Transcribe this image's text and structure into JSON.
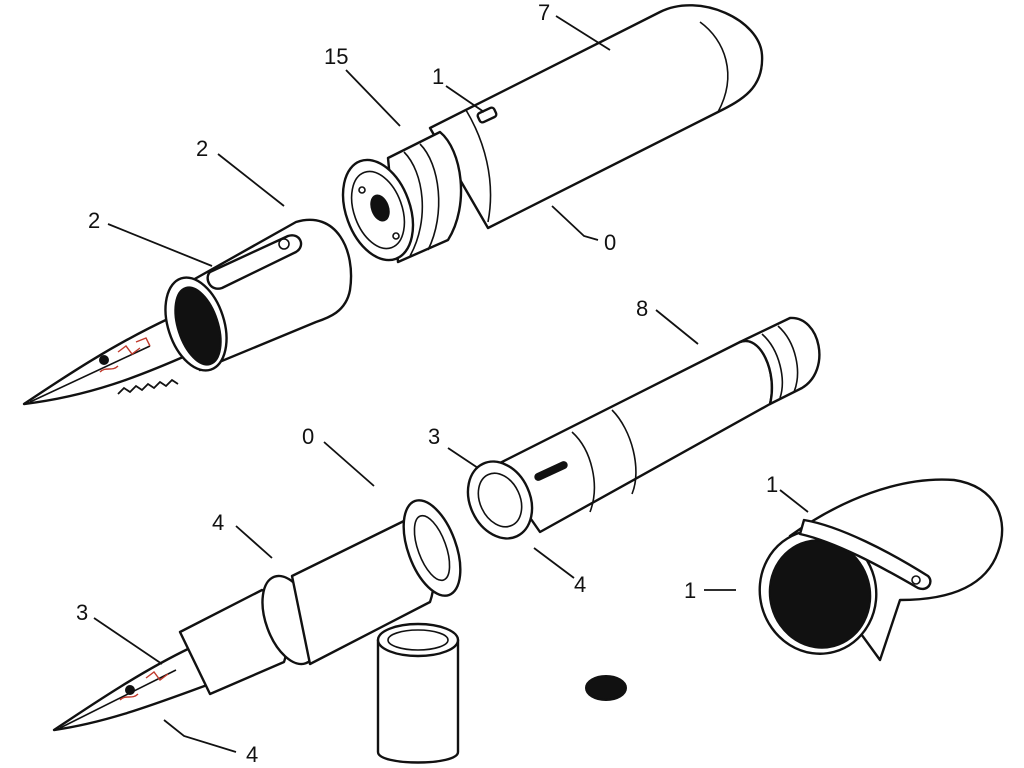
{
  "colors": {
    "ink": "#111111",
    "paper": "#ffffff",
    "nib_accent": "#c0392b"
  },
  "callouts": [
    {
      "id": "c7",
      "text": "7"
    },
    {
      "id": "c15",
      "text": "15"
    },
    {
      "id": "c1a",
      "text": "1"
    },
    {
      "id": "c2a",
      "text": "2"
    },
    {
      "id": "c2b",
      "text": "2"
    },
    {
      "id": "c0a",
      "text": "0"
    },
    {
      "id": "c8",
      "text": "8"
    },
    {
      "id": "c0b",
      "text": "0"
    },
    {
      "id": "c3a",
      "text": "3"
    },
    {
      "id": "c4a",
      "text": "4"
    },
    {
      "id": "c4b",
      "text": "4"
    },
    {
      "id": "c3b",
      "text": "3"
    },
    {
      "id": "c4c",
      "text": "4"
    },
    {
      "id": "c1b",
      "text": "1"
    },
    {
      "id": "c1c",
      "text": "1"
    }
  ]
}
